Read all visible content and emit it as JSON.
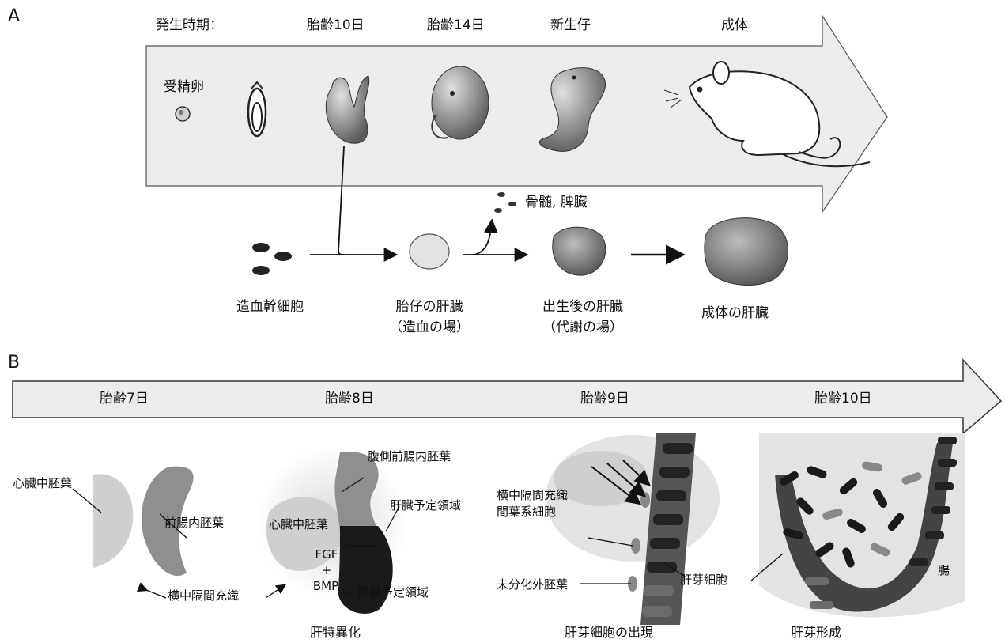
{
  "panel_a": {
    "letter": "A",
    "stage_label": "発生時期：",
    "stages": [
      "胎齢10日",
      "胎齢14日",
      "新生仔",
      "成体"
    ],
    "fertilized_egg": "受精卵",
    "bone_marrow_spleen": "骨髄, 脾臓",
    "hsc": "造血幹細胞",
    "fetal_liver": "胎仔の肝臓",
    "fetal_liver_note": "（造血の場）",
    "postnatal_liver": "出生後の肝臓",
    "postnatal_liver_note": "（代謝の場）",
    "adult_liver": "成体の肝臓"
  },
  "panel_b": {
    "letter": "B",
    "days": [
      "胎齢7日",
      "胎齢8日",
      "胎齢9日",
      "胎齢10日"
    ],
    "day7": {
      "cardiac_mesoderm": "心臓中胚葉",
      "foregut_endoderm": "前腸内胚葉",
      "septum_transversum": "横中隔間充織"
    },
    "day8": {
      "ventral_foregut": "腹側前腸内胚葉",
      "liver_domain": "肝臓予定領域",
      "cardiac_mesoderm": "心臓中胚葉",
      "fgf": "FGF",
      "plus": "+",
      "bmp": "BMP",
      "pancreas_domain": "膵臓予定領域",
      "caption": "肝特異化"
    },
    "day9": {
      "stm_cells_line1": "横中隔間充織",
      "stm_cells_line2": "間葉系細胞",
      "undiff_endoderm": "未分化外胚葉",
      "hepatoblast": "肝芽細胞",
      "caption": "肝芽細胞の出現"
    },
    "day10": {
      "gut": "腸",
      "caption": "肝芽形成"
    }
  },
  "colors": {
    "arrow_fill": "#e9e9e9",
    "tissue_light": "#d4d4d4",
    "tissue_mid": "#8f8f8f",
    "tissue_dark": "#222222"
  }
}
